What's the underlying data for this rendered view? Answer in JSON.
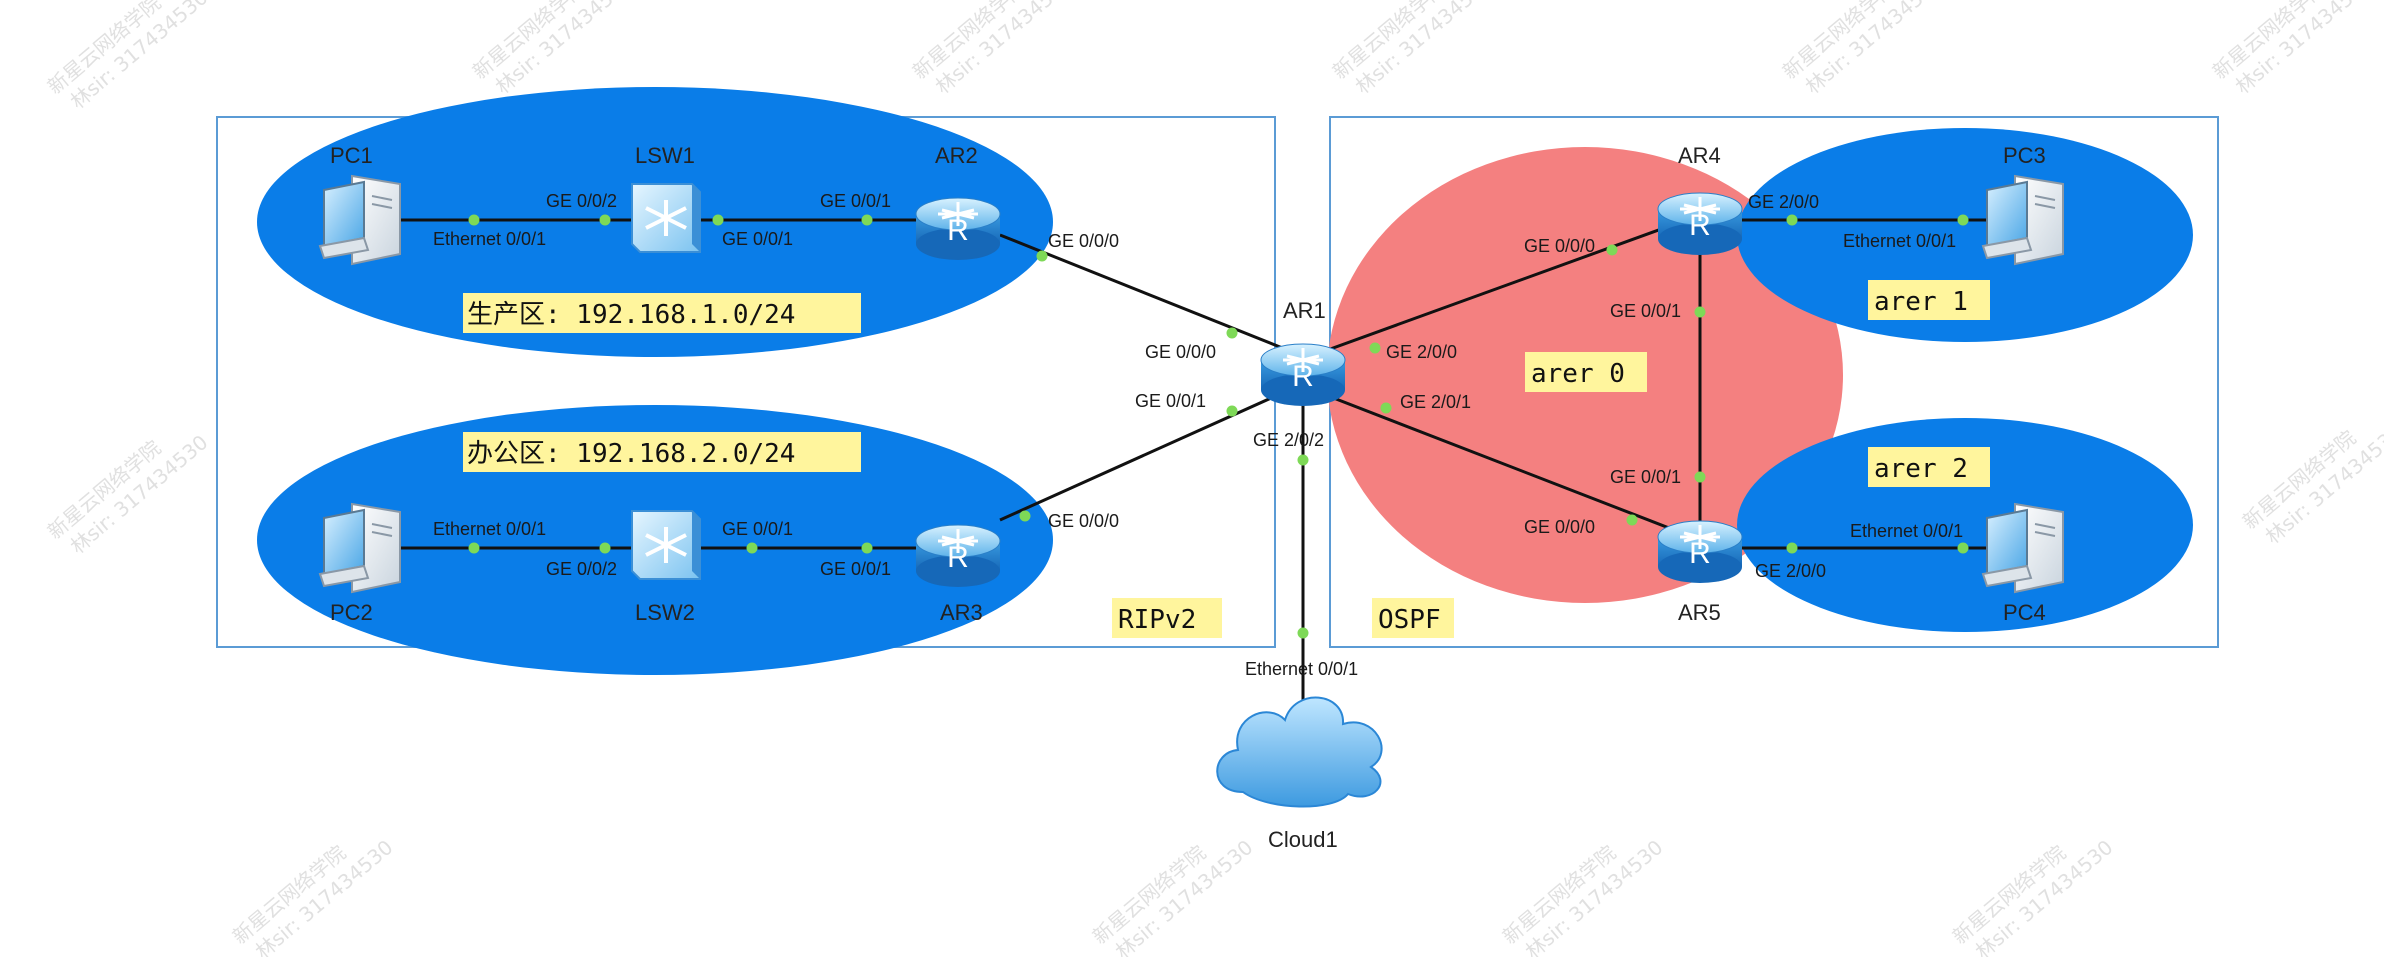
{
  "watermark": {
    "line1": "新星云网络学院",
    "line2": "林sir: 317434530"
  },
  "regions": {
    "rip": {
      "tag": "RIPv2"
    },
    "ospf": {
      "tag": "OSPF"
    }
  },
  "zones": {
    "production": "生产区: 192.168.1.0/24",
    "office": "办公区: 192.168.2.0/24",
    "area0": "arer 0",
    "area1": "arer 1",
    "area2": "arer 2"
  },
  "devices": {
    "pc1": "PC1",
    "pc2": "PC2",
    "pc3": "PC3",
    "pc4": "PC4",
    "lsw1": "LSW1",
    "lsw2": "LSW2",
    "ar1": "AR1",
    "ar2": "AR2",
    "ar3": "AR3",
    "ar4": "AR4",
    "ar5": "AR5",
    "cloud1": "Cloud1",
    "router_glyph": "R"
  },
  "ports": {
    "pc1_eth": "Ethernet 0/0/1",
    "lsw1_g2": "GE 0/0/2",
    "lsw1_g1": "GE 0/0/1",
    "ar2_g1": "GE 0/0/1",
    "ar2_g0": "GE 0/0/0",
    "ar1_g0": "GE 0/0/0",
    "ar1_g1": "GE 0/0/1",
    "ar1_g200": "GE 2/0/0",
    "ar1_g201": "GE 2/0/1",
    "ar1_g202": "GE 2/0/2",
    "pc2_eth": "Ethernet 0/0/1",
    "lsw2_g2": "GE 0/0/2",
    "lsw2_g1": "GE 0/0/1",
    "ar3_g1": "GE 0/0/1",
    "ar3_g0": "GE 0/0/0",
    "ar4_g0": "GE 0/0/0",
    "ar4_g1": "GE 0/0/1",
    "ar4_g200": "GE 2/0/0",
    "ar5_g1": "GE 0/0/1",
    "ar5_g0": "GE 0/0/0",
    "ar5_g200": "GE 2/0/0",
    "pc3_eth": "Ethernet 0/0/1",
    "pc4_eth": "Ethernet 0/0/1",
    "cloud_eth": "Ethernet 0/0/1"
  },
  "colors": {
    "area_blue": "#0a7de8",
    "area0_red": "#f48080",
    "region_border": "#5b9bd5",
    "tag_bg": "#fff59d",
    "link": "#111111",
    "port_dot": "#7ed957"
  }
}
